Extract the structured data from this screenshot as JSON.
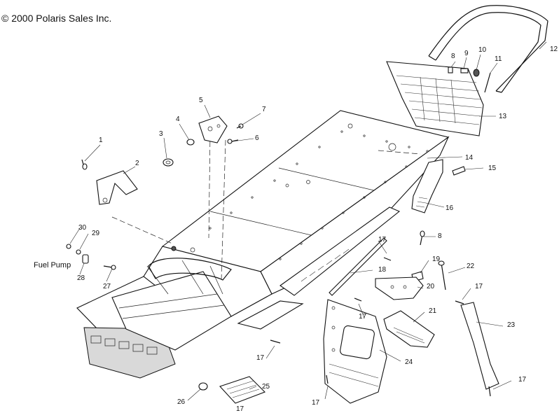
{
  "copyright": "© 2000 Polaris Sales Inc.",
  "caption_fuel_pump": "Fuel Pump",
  "labels": {
    "l1": "1",
    "l2": "2",
    "l3": "3",
    "l4": "4",
    "l5": "5",
    "l6": "6",
    "l7": "7",
    "l8a": "8",
    "l8b": "8",
    "l9": "9",
    "l10": "10",
    "l11": "11",
    "l12": "12",
    "l13": "13",
    "l14": "14",
    "l15": "15",
    "l16": "16",
    "l17a": "17",
    "l17b": "17",
    "l17c": "17",
    "l17d": "17",
    "l17e": "17",
    "l17f": "17",
    "l17g": "17",
    "l18": "18",
    "l19": "19",
    "l20": "20",
    "l21": "21",
    "l22": "22",
    "l23": "23",
    "l24": "24",
    "l25": "25",
    "l26": "26",
    "l27": "27",
    "l28": "28",
    "l29": "29",
    "l30": "30"
  }
}
